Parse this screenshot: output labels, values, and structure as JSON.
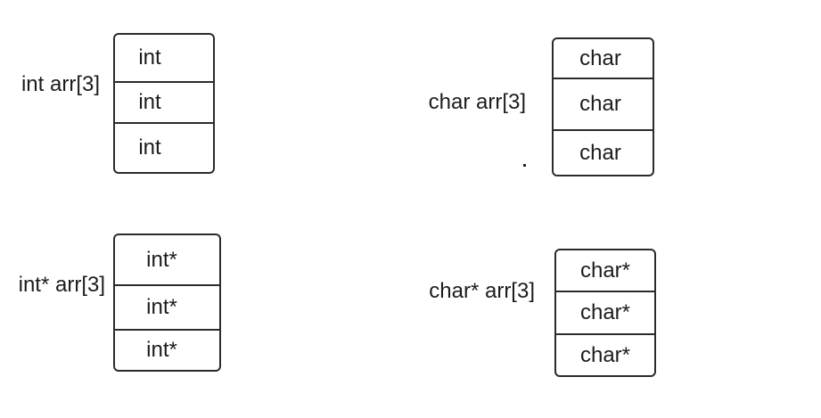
{
  "colors": {
    "background": "#ffffff",
    "line": "#2b2b2b",
    "text": "#1c1c1c"
  },
  "arrays": [
    {
      "label": "int arr[3]",
      "cells": [
        "int",
        "int",
        "int"
      ]
    },
    {
      "label": "char arr[3]",
      "cells": [
        "char",
        "char",
        "char"
      ]
    },
    {
      "label": "int* arr[3]",
      "cells": [
        "int*",
        "int*",
        "int*"
      ]
    },
    {
      "label": "char* arr[3]",
      "cells": [
        "char*",
        "char*",
        "char*"
      ]
    }
  ]
}
